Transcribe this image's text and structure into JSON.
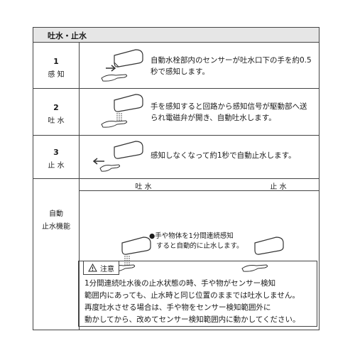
{
  "header": {
    "title": "吐水・止水"
  },
  "rows": [
    {
      "num": "1",
      "name": "感 知",
      "text": "自動水栓部内のセンサーが吐水口下の手を約0.5秒で感知します。"
    },
    {
      "num": "2",
      "name": "吐 水",
      "text": "手を感知すると回路から感知信号が駆動部へ送られ電磁弁が開き、自動吐水します。"
    },
    {
      "num": "3",
      "name": "止 水",
      "text": "感知しなくなって約1秒で自動止水します。"
    }
  ],
  "auto": {
    "label_line1": "自動",
    "label_line2": "止水機能",
    "col_a": "吐 水",
    "col_b": "止 水",
    "note_line1": "●手や物体を1分間連続感知",
    "note_line2": "すると自動的に止水します。"
  },
  "caution": {
    "title": "注意",
    "icon": "warning-triangle-icon",
    "lines": [
      "1分間連続吐水後の止水状態の時、手や物がセンサー検知",
      "範囲内にあっても、止水時と同じ位置のままでは吐水しません。",
      "再度吐水させる場合は、手や物をセンサー検知範囲外に",
      "動かしてから、改めてセンサー検知範囲内に動かしてください。"
    ]
  }
}
